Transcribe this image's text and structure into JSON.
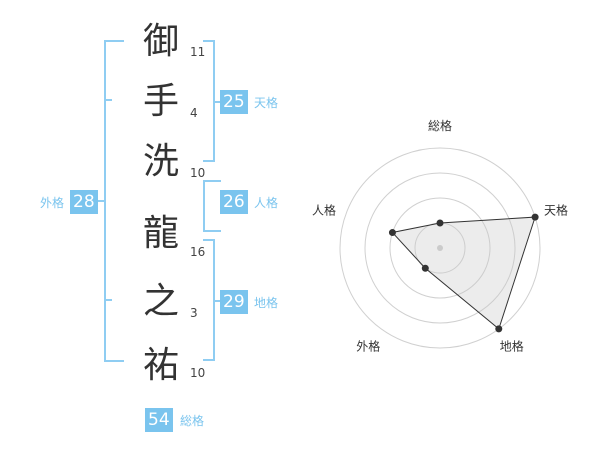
{
  "colors": {
    "accent": "#7ac4ee",
    "bracket": "#8fcdf2",
    "text": "#333333"
  },
  "name": {
    "characters": [
      {
        "char": "御",
        "strokes": "11"
      },
      {
        "char": "手",
        "strokes": "4"
      },
      {
        "char": "洗",
        "strokes": "10"
      },
      {
        "char": "龍",
        "strokes": "16"
      },
      {
        "char": "之",
        "strokes": "3"
      },
      {
        "char": "祐",
        "strokes": "10"
      }
    ]
  },
  "fortune": {
    "tenkaku": {
      "value": "25",
      "label": "天格"
    },
    "jinkaku": {
      "value": "26",
      "label": "人格"
    },
    "chikaku": {
      "value": "29",
      "label": "地格"
    },
    "gaikaku": {
      "value": "28",
      "label": "外格"
    },
    "soukaku": {
      "value": "54",
      "label": "総格"
    }
  },
  "chart_data": {
    "type": "radar",
    "axes": [
      "総格",
      "天格",
      "地格",
      "外格",
      "人格"
    ],
    "values": [
      1,
      4,
      4,
      1,
      2
    ],
    "max": 4,
    "rings": 4
  }
}
